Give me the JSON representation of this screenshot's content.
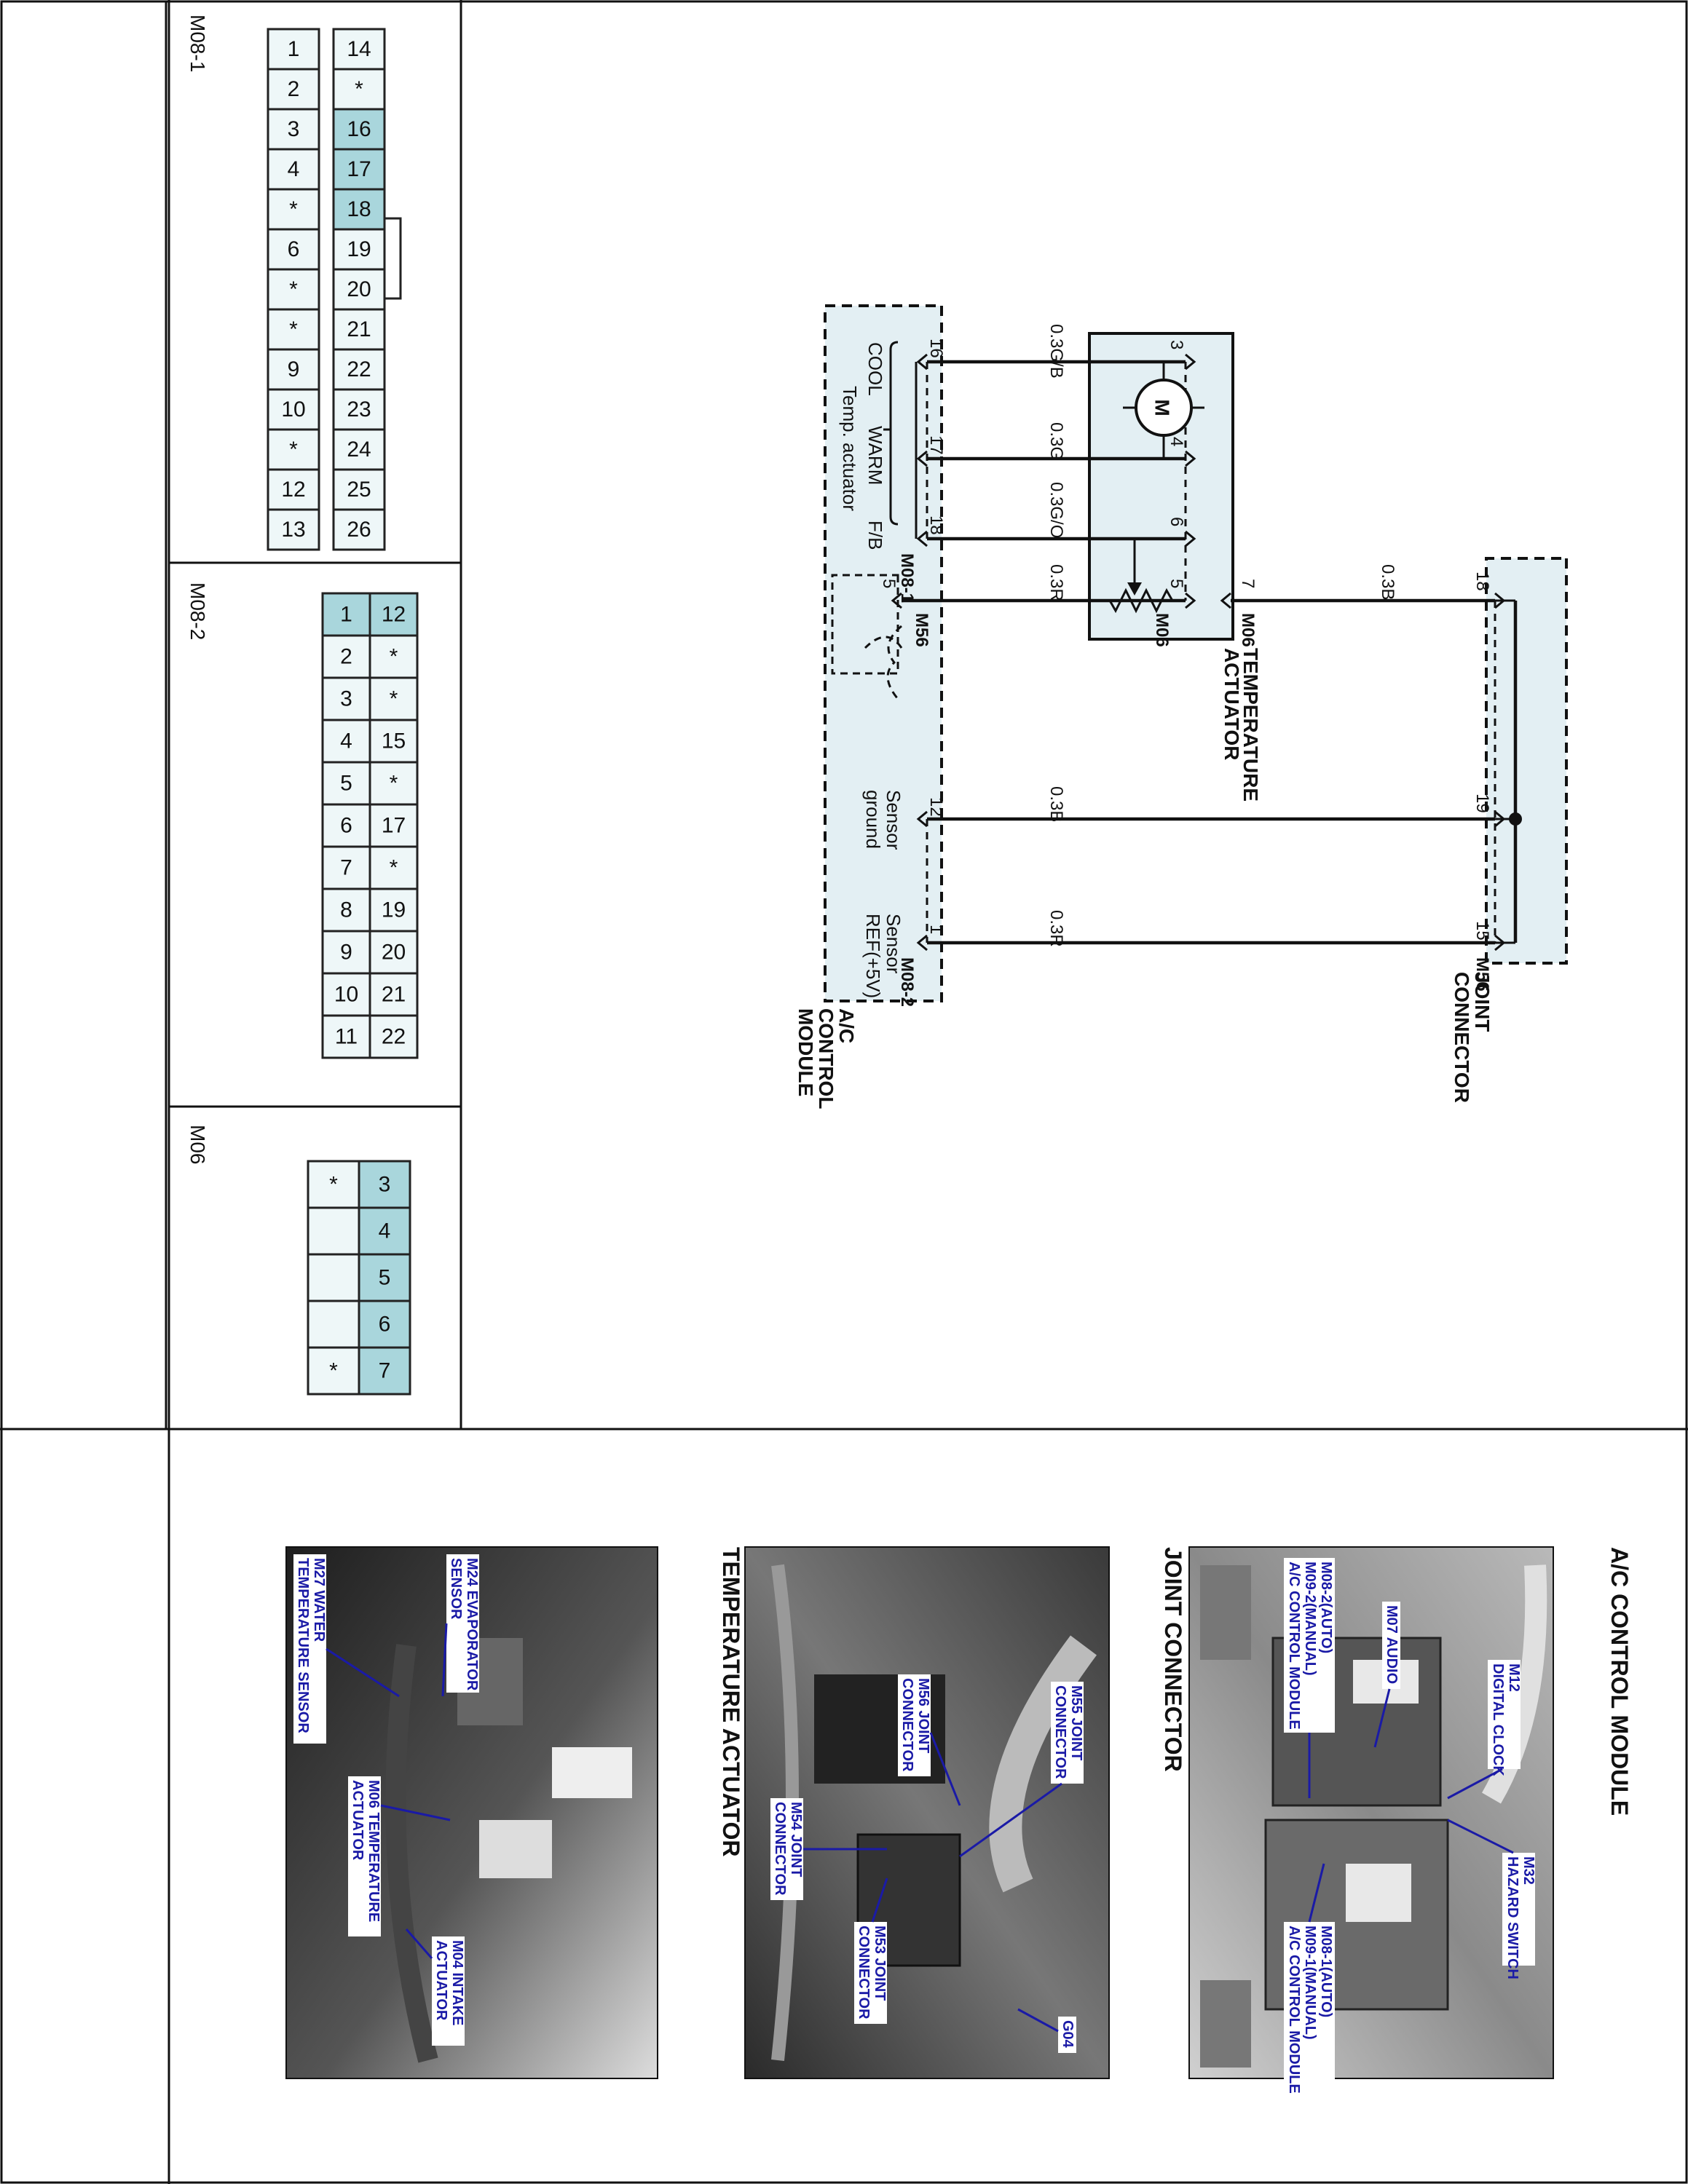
{
  "connector_views": [
    {
      "id": "M08-1",
      "title": "M08-1",
      "rows": [
        [
          "1",
          "2",
          "3",
          "4",
          "*",
          "6",
          "*",
          "*",
          "9",
          "10",
          "*",
          "12",
          "13"
        ],
        [
          "14",
          "*",
          "16",
          "17",
          "18",
          "19",
          "20",
          "21",
          "22",
          "23",
          "24",
          "25",
          "26"
        ]
      ],
      "highlight": [
        "16",
        "17",
        "18"
      ]
    },
    {
      "id": "M08-2",
      "title": "M08-2",
      "rows": [
        [
          "1",
          "2",
          "3",
          "4",
          "5",
          "6",
          "7",
          "8",
          "9",
          "10",
          "11"
        ],
        [
          "12",
          "*",
          "*",
          "15",
          "*",
          "17",
          "*",
          "19",
          "20",
          "21",
          "22"
        ]
      ],
      "highlight": [
        "1",
        "12"
      ]
    },
    {
      "id": "M06",
      "title": "M06",
      "rows": [
        [
          "*",
          "",
          "",
          "",
          "*"
        ],
        [
          "3",
          "4",
          "5",
          "6",
          "7"
        ]
      ],
      "highlight": [
        "3",
        "4",
        "5",
        "6",
        "7"
      ]
    }
  ],
  "schematic": {
    "actuator": {
      "title_line1": "TEMPERATURE",
      "title_line2": "ACTUATOR",
      "motor_symbol": "M"
    },
    "actuator_connector": "M06",
    "control_module": {
      "title_line1": "A/C",
      "title_line2": "CONTROL",
      "title_line3": "MODULE",
      "conn_1": "M08-1",
      "conn_2": "M08-2",
      "cool": "COOL",
      "warm": "WARM",
      "fb": "F/B",
      "temp_actuator": "Temp. actuator",
      "sensor_ground_1": "Sensor",
      "sensor_ground_2": "ground",
      "sensor_ref_1": "Sensor",
      "sensor_ref_2": "REF(+5V)"
    },
    "joint_connector": {
      "title_line1": "JOINT",
      "title_line2": "CONNECTOR",
      "conn": "M56"
    },
    "ground_conn": "M56",
    "wires": [
      {
        "color": "0.3G/B",
        "from_pin": "3",
        "to_pin": "16"
      },
      {
        "color": "0.3G",
        "from_pin": "4",
        "to_pin": "17"
      },
      {
        "color": "0.3G/O",
        "from_pin": "6",
        "to_pin": "18"
      },
      {
        "color": "0.3R",
        "from_pin": "5",
        "to_pin": "5"
      },
      {
        "color": "0.3B",
        "from_pin": "7",
        "to_pin": "18"
      },
      {
        "color": "0.3B",
        "from_pin": "19",
        "to_pin": "12"
      },
      {
        "color": "0.3R",
        "from_pin": "15",
        "to_pin": "1"
      }
    ]
  },
  "photos": [
    {
      "title": "A/C CONTROL MODULE",
      "labels": [
        {
          "line1": "M12",
          "line2": "DIGITAL CLOCK"
        },
        {
          "line1": "M32",
          "line2": "HAZARD SWITCH"
        },
        {
          "line1": "M07 AUDIO",
          "line2": ""
        },
        {
          "line1": "M08-2(AUTO)",
          "line2": "M09-2(MANUAL)",
          "line3": "A/C CONTROL MODULE"
        },
        {
          "line1": "M08-1(AUTO)",
          "line2": "M09-1(MANUAL)",
          "line3": "A/C CONTROL MODULE"
        }
      ]
    },
    {
      "title": "JOINT CONNECTOR",
      "labels": [
        {
          "line1": "M56 JOINT",
          "line2": "CONNECTOR"
        },
        {
          "line1": "M55 JOINT",
          "line2": "CONNECTOR"
        },
        {
          "line1": "M54 JOINT",
          "line2": "CONNECTOR"
        },
        {
          "line1": "M53 JOINT",
          "line2": "CONNECTOR"
        },
        {
          "line1": "G04",
          "line2": ""
        }
      ]
    },
    {
      "title": "TEMPERATURE ACTUATOR",
      "labels": [
        {
          "line1": "M24 EVAPORATOR",
          "line2": "SENSOR"
        },
        {
          "line1": "M27 WATER",
          "line2": "TEMPERATURE SENSOR"
        },
        {
          "line1": "M06 TEMPERATURE",
          "line2": "ACTUATOR"
        },
        {
          "line1": "M04 INTAKE",
          "line2": "ACTUATOR"
        }
      ]
    }
  ],
  "colors": {
    "pin_highlight": "#a9d6dc",
    "cell_fill": "#eef7f8",
    "module_fill": "#e3eff3",
    "label_text": "#1a1aa6"
  }
}
